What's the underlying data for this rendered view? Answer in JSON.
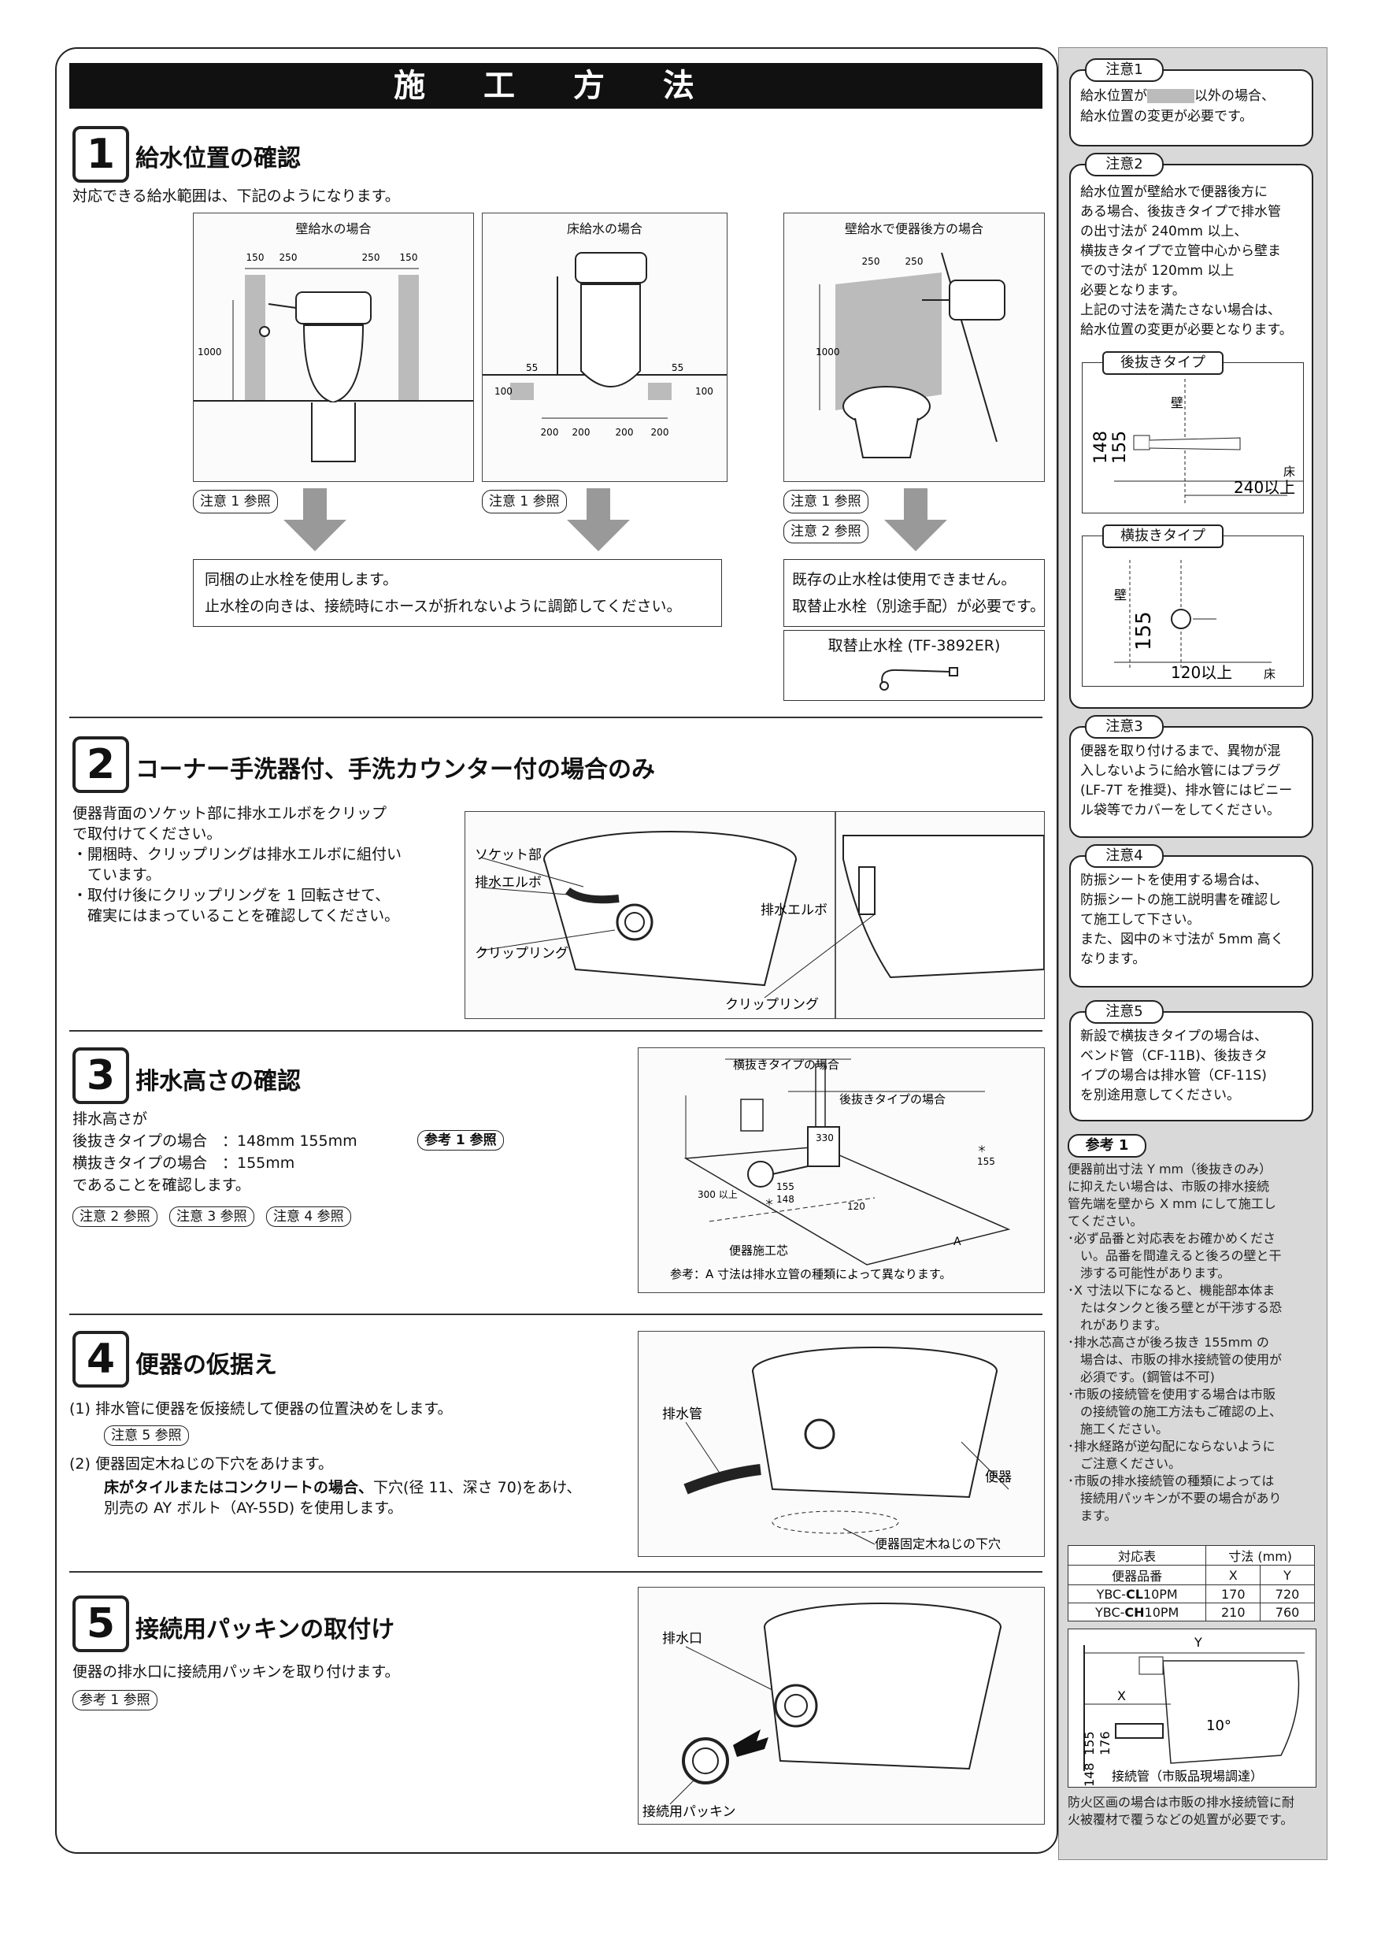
{
  "title": "施 工 方 法",
  "steps": {
    "s1": {
      "num": "1",
      "title": "給水位置の確認",
      "intro": "対応できる給水範囲は、下記のようになります。",
      "fig_wall": {
        "caption": "壁給水の場合",
        "dims_top": [
          "150",
          "250",
          "250",
          "150"
        ],
        "dim_side": "1000"
      },
      "fig_floor": {
        "caption": "床給水の場合",
        "dims": [
          "55",
          "55",
          "100",
          "100"
        ],
        "dims_bottom": [
          "200",
          "200",
          "200",
          "200"
        ]
      },
      "fig_rear": {
        "caption": "壁給水で便器後方の場合",
        "dims_top": [
          "250",
          "250"
        ],
        "dim_side": "1000"
      },
      "ref_note1": "注意 1 参照",
      "ref_note2": "注意 2 参照",
      "box_left_l1": "同梱の止水栓を使用します。",
      "box_left_l2": "止水栓の向きは、接続時にホースが折れないように調節してください。",
      "box_right_l1": "既存の止水栓は使用できません。",
      "box_right_l2": "取替止水栓（別途手配）が必要です。",
      "box_valve": "取替止水栓 (TF-3892ER)"
    },
    "s2": {
      "num": "2",
      "title": "コーナー手洗器付、手洗カウンター付の場合のみ",
      "text": "便器背面のソケット部に排水エルボをクリップ\nで取付けてください。\n・開梱時、クリップリングは排水エルボに組付い\n　ています。\n・取付け後にクリップリングを 1 回転させて、\n　確実にはまっていることを確認してください。",
      "labels": {
        "socket": "ソケット部",
        "elbow": "排水エルボ",
        "clip": "クリップリング",
        "elbow2": "排水エルボ",
        "clip2": "クリップリング"
      }
    },
    "s3": {
      "num": "3",
      "title": "排水高さの確認",
      "l1": "排水高さが",
      "l2": "後抜きタイプの場合　：148mm 155mm",
      "l3": "横抜きタイプの場合　：155mm",
      "l4": "であることを確認します。",
      "ref_ref1": "参考 1 参照",
      "refs": [
        "注意 2 参照",
        "注意 3 参照",
        "注意 4 参照"
      ],
      "fig": {
        "side_type": "横抜きタイプの場合",
        "rear_type": "後抜きタイプの場合",
        "d330": "330",
        "d300": "300 以上",
        "d155": "155",
        "d148": "148",
        "d120": "120",
        "dA": "A",
        "d155b": "155",
        "star": "＊",
        "center": "便器施工芯",
        "note": "参考：A 寸法は排水立管の種類によって異なります。"
      }
    },
    "s4": {
      "num": "4",
      "title": "便器の仮据え",
      "l1": "(1) 排水管に便器を仮接続して便器の位置決めをします。",
      "ref": "注意 5 参照",
      "l2": "(2) 便器固定木ねじの下穴をあけます。",
      "l3_bold": "床がタイルまたはコンクリートの場合、",
      "l3_rest": "下穴(径 11、深さ 70)をあけ、",
      "l4": "別売の AY ボルト（AY-55D) を使用します。",
      "fig": {
        "pipe": "排水管",
        "bowl": "便器",
        "hole": "便器固定木ねじの下穴"
      }
    },
    "s5": {
      "num": "5",
      "title": "接続用パッキンの取付け",
      "text": "便器の排水口に接続用パッキンを取り付けます。",
      "ref": "参考 1 参照",
      "fig": {
        "outlet": "排水口",
        "packing": "接続用パッキン"
      }
    }
  },
  "sidebar": {
    "note1": {
      "tab": "注意1",
      "text_a": "給水位置が",
      "text_b": "以外の場合、",
      "text_c": "給水位置の変更が必要です。"
    },
    "note2": {
      "tab": "注意2",
      "text": "給水位置が壁給水で便器後方に\nある場合、後抜きタイプで排水管\nの出寸法が 240mm 以上、\n横抜きタイプで立管中心から壁ま\nでの寸法が 120mm 以上\n必要となります。\n上記の寸法を満たさない場合は、\n給水位置の変更が必要となります。",
      "rear": {
        "title": "後抜きタイプ",
        "wall": "壁",
        "d148": "148",
        "d155": "155",
        "floor": "床",
        "d240": "240以上"
      },
      "side": {
        "title": "横抜きタイプ",
        "wall": "壁",
        "d155": "155",
        "d120": "120以上",
        "floor": "床"
      }
    },
    "note3": {
      "tab": "注意3",
      "text": "便器を取り付けるまで、異物が混\n入しないように給水管にはプラグ\n(LF-7T を推奨)、排水管にはビニー\nル袋等でカバーをしてください。"
    },
    "note4": {
      "tab": "注意4",
      "text": "防振シートを使用する場合は、\n防振シートの施工説明書を確認し\nて施工して下さい。\nまた、図中の＊寸法が 5mm 高く\nなります。"
    },
    "note5": {
      "tab": "注意5",
      "text": "新設で横抜きタイプの場合は、\nベンド管（CF-11B)、後抜きタ\nイプの場合は排水管（CF-11S)\nを別途用意してください。"
    },
    "ref1": {
      "tab": "参考 1",
      "text": "便器前出寸法 Y mm（後抜きのみ）\nに抑えたい場合は、市販の排水接続\n管先端を壁から X mm にして施工し\nてください。\n･必ず品番と対応表をお確かめくださ\n　い。品番を間違えると後ろの壁と干\n　渉する可能性があります。\n･X 寸法以下になると、機能部本体ま\n　たはタンクと後ろ壁とが干渉する恐\n　れがあります。\n･排水芯高さが後ろ抜き 155mm の\n　場合は、市販の排水接続管の使用が\n　必須です。(鋼管は不可)\n･市販の接続管を使用する場合は市販\n　の接続管の施工方法もご確認の上、\n　施工ください。\n･排水経路が逆勾配にならないように\n　ご注意ください。\n･市販の排水接続管の種類によっては\n　接続用パッキンが不要の場合があり\n　ます。",
      "table": {
        "h1": "対応表",
        "h2": "寸法 (mm)",
        "h3": "便器品番",
        "hx": "X",
        "hy": "Y",
        "rows": [
          {
            "pre": "YBC-",
            "bold": "CL",
            "post": "10PM",
            "x": "170",
            "y": "720"
          },
          {
            "pre": "YBC-",
            "bold": "CH",
            "post": "10PM",
            "x": "210",
            "y": "760"
          }
        ]
      },
      "fig": {
        "y": "Y",
        "x": "X",
        "deg": "10°",
        "d176": "176",
        "d148": "148",
        "d155": "155",
        "pipe": "接続管（市販品現場調達）"
      },
      "footer": "防火区画の場合は市販の排水接続管に耐\n火被覆材で覆うなどの処置が必要です。"
    }
  }
}
